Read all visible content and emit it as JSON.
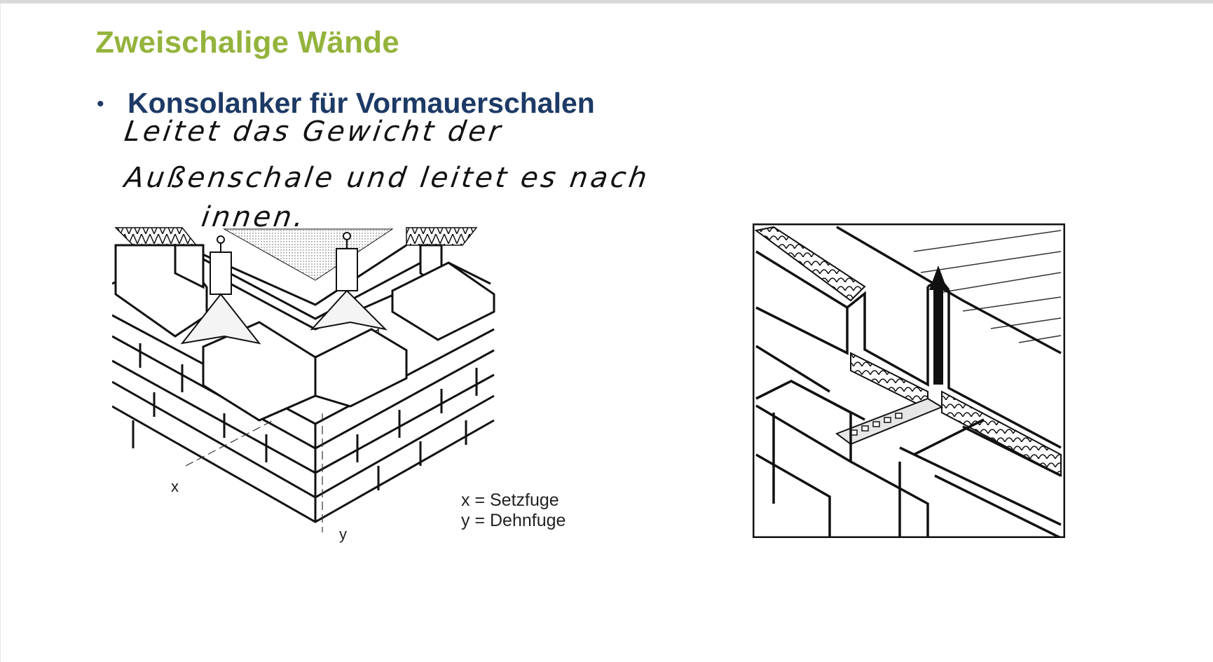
{
  "slide": {
    "title": "Zweischalige Wände",
    "bullet": "Konsolanker für Vormauerschalen"
  },
  "handwriting": {
    "line1": "Leitet das Gewicht der",
    "line2": "Außenschale und leitet es nach",
    "line3": "innen."
  },
  "figure_left": {
    "x_label": "x",
    "y_label": "y",
    "legend": [
      "x = Setzfuge",
      "y = Dehnfuge"
    ]
  },
  "colors": {
    "title": "#94b33c",
    "bullet": "#1d3a66"
  }
}
